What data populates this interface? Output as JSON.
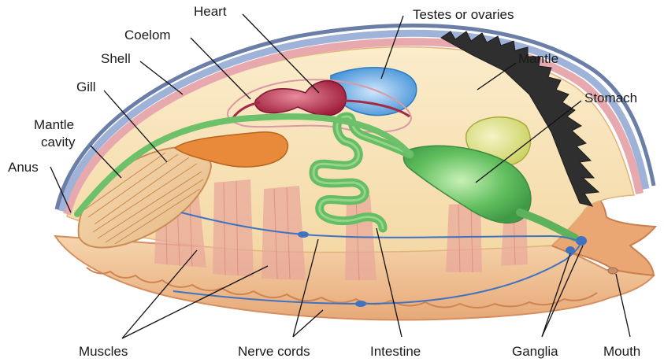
{
  "labels": {
    "heart": "Heart",
    "testes": "Testes or ovaries",
    "coelom": "Coelom",
    "shell": "Shell",
    "mantle": "Mantle",
    "gill": "Gill",
    "stomach": "Stomach",
    "mantle_cavity_1": "Mantle",
    "mantle_cavity_2": "cavity",
    "anus": "Anus",
    "muscles": "Muscles",
    "nerve_cords": "Nerve cords",
    "intestine": "Intestine",
    "ganglia": "Ganglia",
    "mouth": "Mouth"
  },
  "colors": {
    "shell_outer": "#6b7ea8",
    "shell_inner": "#e9b6b8",
    "mantle_fill": "#f7e3b6",
    "foot": "#f1c89a",
    "muscle": "#e8a79b",
    "gut": "#6fbf6a",
    "heart": "#b8364f",
    "gonad": "#5aa4de",
    "nerve": "#3f73c2",
    "gill": "#f0cfa0",
    "digestive_gland": "#d8dc7a",
    "orange_organ": "#e98a3a",
    "dark_shell_edge": "#3a3a3a"
  }
}
